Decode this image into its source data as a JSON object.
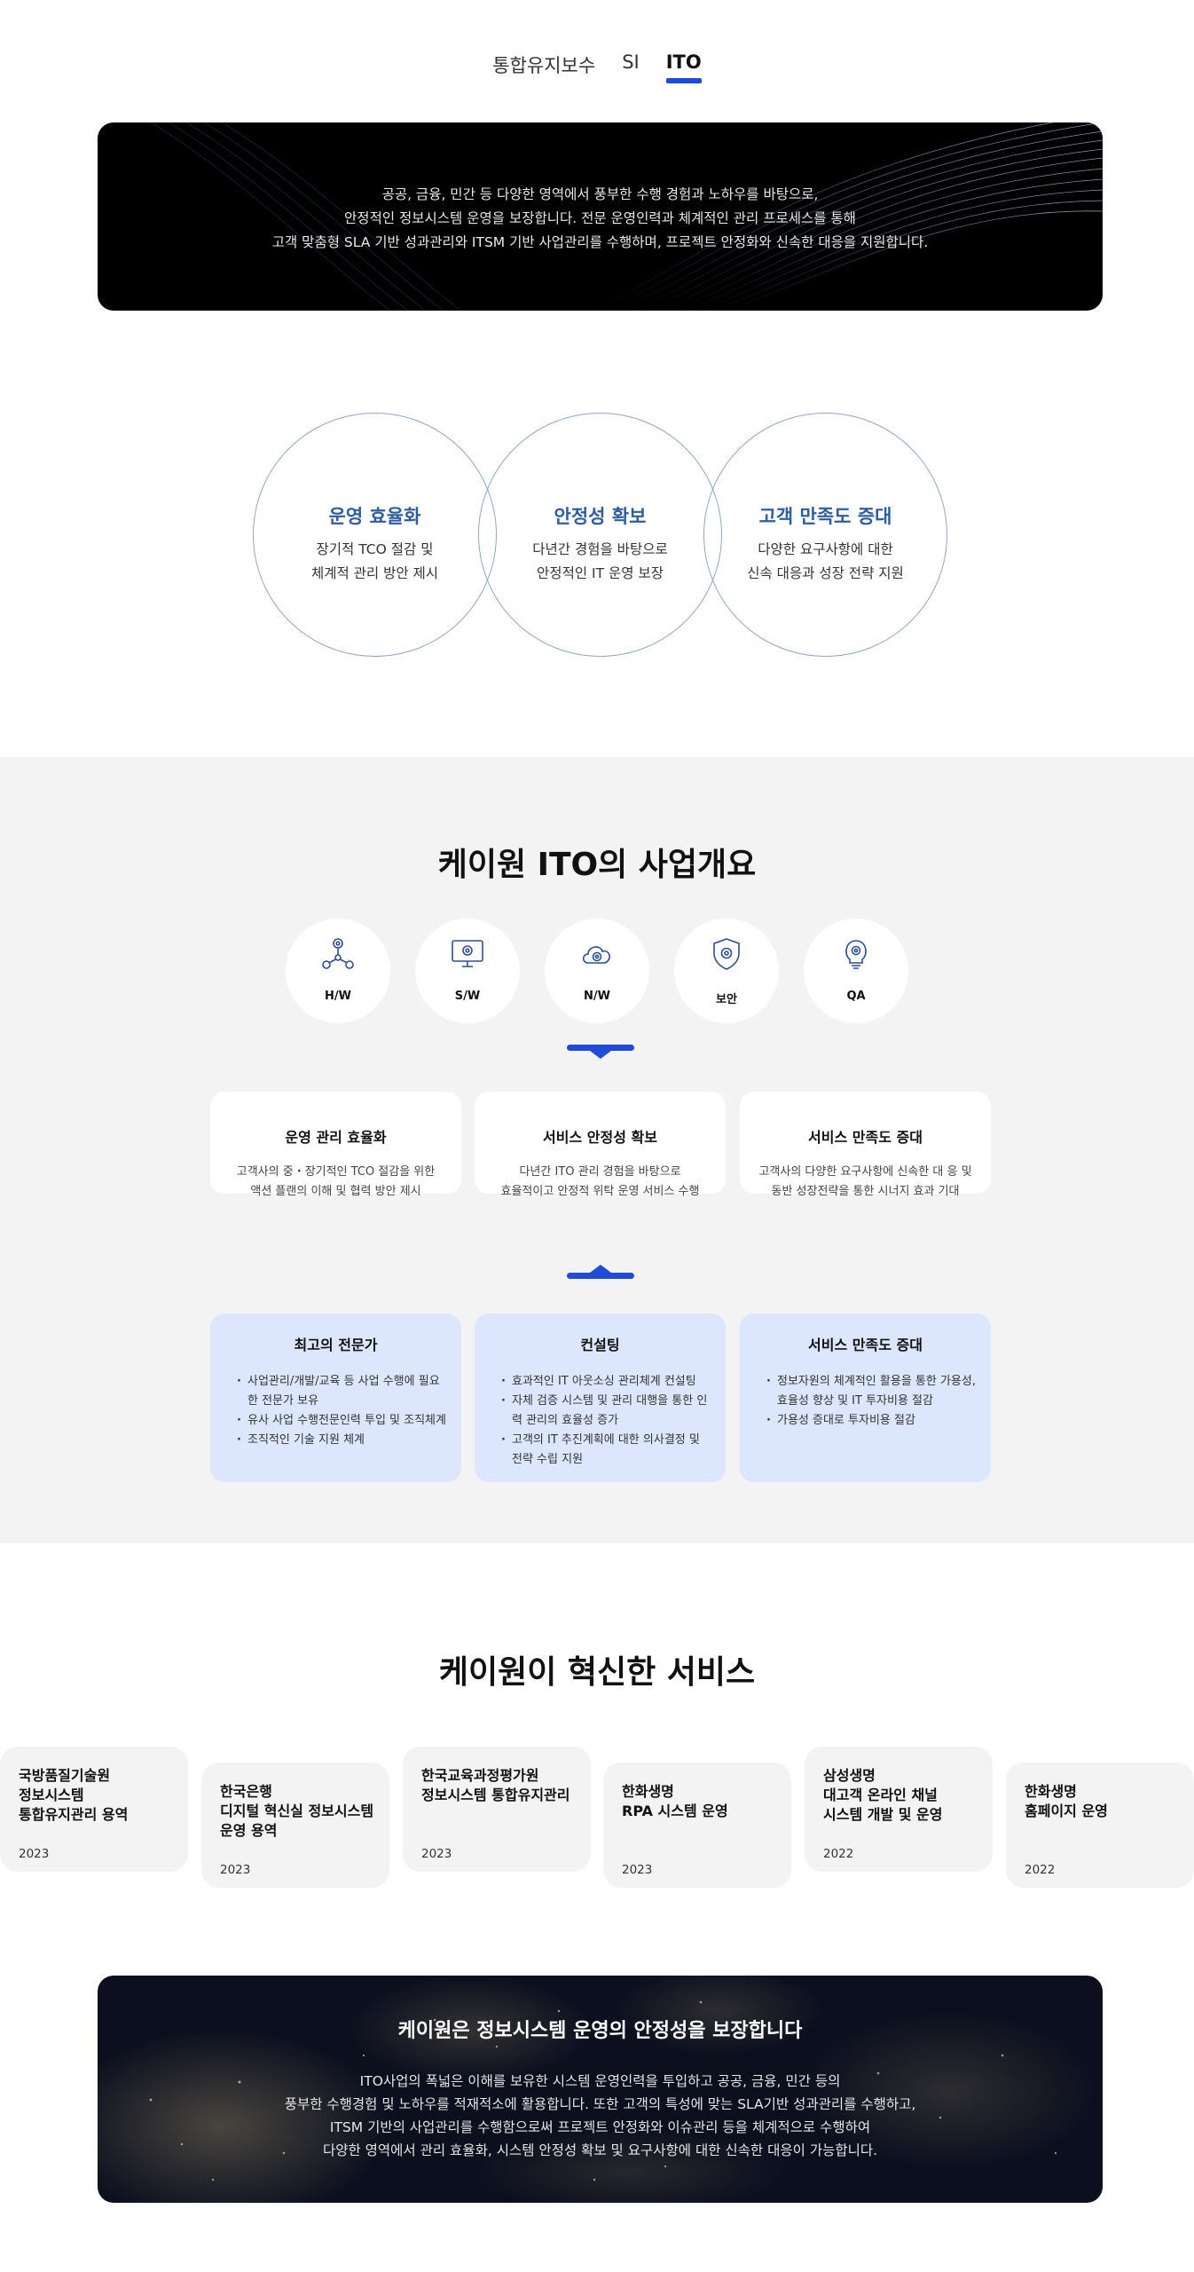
{
  "tabs": [
    {
      "label": "통합유지보수",
      "active": false
    },
    {
      "label": "SI",
      "active": false
    },
    {
      "label": "ITO",
      "active": true
    }
  ],
  "hero": {
    "lines": [
      "공공, 금융, 민간 등 다양한 영역에서 풍부한 수행 경험과 노하우를 바탕으로,",
      "안정적인 정보시스템 운영을 보장합니다. 전문 운영인력과 체계적인 관리 프로세스를 통해",
      "고객 맞춤형 SLA 기반 성과관리와 ITSM 기반 사업관리를 수행하며, 프로젝트 안정화와 신속한 대응을 지원합니다."
    ]
  },
  "circles": [
    {
      "title": "운영 효율화",
      "line1": "장기적 TCO 절감 및",
      "line2": "체계적 관리 방안 제시"
    },
    {
      "title": "안정성 확보",
      "line1": "다년간 경험을 바탕으로",
      "line2": "안정적인 IT 운영 보장"
    },
    {
      "title": "고객 만족도 증대",
      "line1": "다양한 요구사항에 대한",
      "line2": "신속 대응과 성장 전략 지원"
    }
  ],
  "overview": {
    "title": "케이원 ITO의 사업개요",
    "icons": [
      {
        "label": "H/W",
        "icon": "network-nodes-gear-icon"
      },
      {
        "label": "S/W",
        "icon": "monitor-gear-icon"
      },
      {
        "label": "N/W",
        "icon": "cloud-gear-icon"
      },
      {
        "label": "보안",
        "icon": "shield-gear-icon"
      },
      {
        "label": "QA",
        "icon": "lightbulb-gear-icon"
      }
    ],
    "cards": [
      {
        "title": "운영 관리 효율화",
        "line1": "고객사의 중・장기적인 TCO 절감을 위한",
        "line2": "액션 플랜의 이해 및 협력 방안 제시"
      },
      {
        "title": "서비스 안정성 확보",
        "line1": "다년간 ITO 관리 경험을 바탕으로",
        "line2": "효율적이고 안정적 위탁 운영 서비스 수행"
      },
      {
        "title": "서비스 만족도 증대",
        "line1": "고객사의 다양한 요구사항에 신속한 대 응 및",
        "line2": "동반 성장전략을 통한 시너지 효과 기대"
      }
    ],
    "details": [
      {
        "title": "최고의 전문가",
        "items": [
          "사업관리/개발/교육 등 사업 수행에 필요한 전문가 보유",
          "유사 사업 수행전문인력 투입 및 조직체계",
          "조직적인 기술 지원 체계"
        ]
      },
      {
        "title": "컨설팅",
        "items": [
          "효과적인 IT 아웃소싱 관리체계 컨설팅",
          "자체 검증 시스템 및 관리 대행을 통한 인력 관리의 효율성 증가",
          "고객의 IT 추진계획에 대한 의사결정 및 전략 수립 지원"
        ]
      },
      {
        "title": "서비스 만족도 증대",
        "items": [
          "정보자원의 체계적인 활용을 통한 가용성, 효율성 향상 및 IT 투자비용 절감",
          "가용성 증대로 투자비용 절감"
        ]
      }
    ]
  },
  "services": {
    "title": "케이원이 혁신한 서비스",
    "items": [
      {
        "name": "국방품질기술원\n정보시스템\n통합유지관리 용역",
        "year": "2023"
      },
      {
        "name": "한국은행\n디지털 혁신실 정보시스템\n운영 용역",
        "year": "2023"
      },
      {
        "name": "한국교육과정평가원\n정보시스템 통합유지관리",
        "year": "2023"
      },
      {
        "name": "한화생명\nRPA 시스템 운영",
        "year": "2023"
      },
      {
        "name": "삼성생명\n대고객 온라인 채널\n시스템 개발 및 운영",
        "year": "2022"
      },
      {
        "name": "한화생명\n홈페이지 운영",
        "year": "2022"
      }
    ]
  },
  "banner": {
    "title": "케이원은 정보시스템 운영의 안정성을 보장합니다",
    "lines": [
      "ITO사업의 폭넓은 이해를 보유한 시스템 운영인력을 투입하고 공공, 금융, 민간 등의",
      "풍부한 수행경험 및 노하우를 적재적소에 활용합니다. 또한 고객의 특성에 맞는 SLA기반 성과관리를 수행하고,",
      "ITSM 기반의 사업관리를 수행함으로써 프로젝트 안정화와 이슈관리 등을 체계적으로 수행하여",
      "다양한 영역에서 관리 효율화, 시스템 안정성 확보 및 요구사항에 대한 신속한 대응이 가능합니다."
    ]
  },
  "colors": {
    "accent": "#1f4bd8",
    "circle_title": "#2f5d9f",
    "section_bg": "#f3f3f3",
    "detail_card_bg": "#dce7fd"
  }
}
